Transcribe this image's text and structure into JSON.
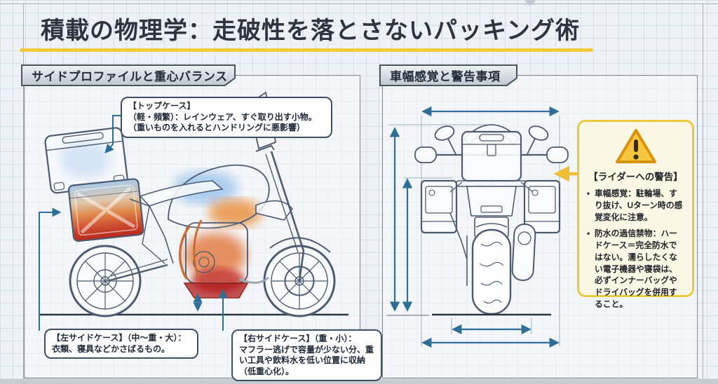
{
  "page": {
    "title": "積載の物理学：走破性を落とさないパッキング術"
  },
  "colors": {
    "title_underline": "#f2c83d",
    "dimension_blue": "#2f6f96",
    "warning_border": "#e9c93e",
    "heat_light_blue": "#8cb6e4",
    "heat_heavy_red": "#c22a20"
  },
  "left_panel": {
    "tab": "サイドプロファイルと重心バランス",
    "callouts": {
      "top_case": {
        "title": "【トップケース】",
        "line2": "（軽・頻繁）：レインウェア、すぐ取り出す小物。",
        "line3": "（重いものを入れるとハンドリングに悪影響）"
      },
      "left_case": {
        "title": "【左サイドケース】（中〜重・大）：",
        "body": "衣類、寝具などかさばるもの。"
      },
      "right_case": {
        "title": "【右サイドケース】（重・小）：",
        "body": "マフラー逃げで容量が少ない分、重い工具や飲料水を低い位置に収納（低重心化）。"
      }
    }
  },
  "right_panel": {
    "tab": "車幅感覚と警告事項",
    "warning": {
      "icon": "warning-triangle-icon",
      "title": "【ライダーへの警告】",
      "bullets": [
        "車幅感覚：駐輪場、すり抜け、Uターン時の感覚変化に注意。",
        "防水の過信禁物：ハードケース＝完全防水ではない。濡らしたくない電子機器や寝袋は、必ずインナーバッグやドライバッグを併用すること。"
      ]
    }
  }
}
